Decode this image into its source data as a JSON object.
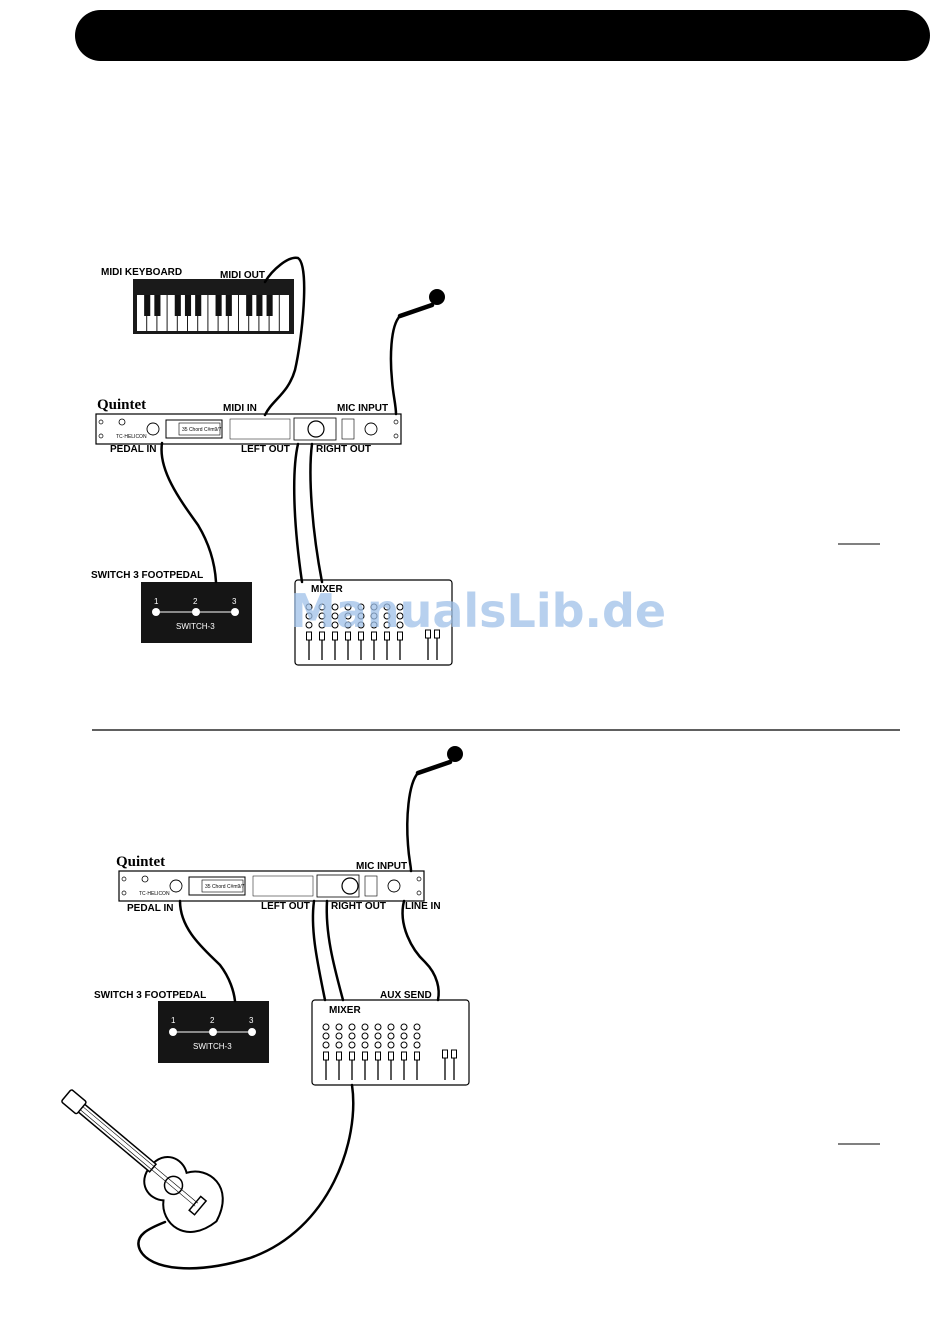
{
  "watermark": "ManualsLib.de",
  "setup1": {
    "keyboard_label": "MIDI KEYBOARD",
    "midi_out": "MIDI OUT",
    "unit_brand": "Quintet",
    "midi_in": "MIDI IN",
    "mic_input": "MIC INPUT",
    "pedal_in": "PEDAL IN",
    "left_out": "LEFT OUT",
    "right_out": "RIGHT OUT",
    "footpedal_label": "SWITCH 3 FOOTPEDAL",
    "mixer_label": "MIXER"
  },
  "setup2": {
    "unit_brand": "Quintet",
    "mic_input": "MIC INPUT",
    "pedal_in": "PEDAL IN",
    "left_out": "LEFT OUT",
    "right_out": "RIGHT OUT",
    "line_in": "LINE IN",
    "footpedal_label": "SWITCH 3 FOOTPEDAL",
    "aux_send": "AUX SEND",
    "mixer_label": "MIXER"
  },
  "device": {
    "display_text": "35 Chord C#m9/7",
    "maker": "TC·HELICON"
  },
  "footswitch": {
    "numbers": [
      "1",
      "2",
      "3"
    ],
    "name": "SWITCH-3"
  }
}
